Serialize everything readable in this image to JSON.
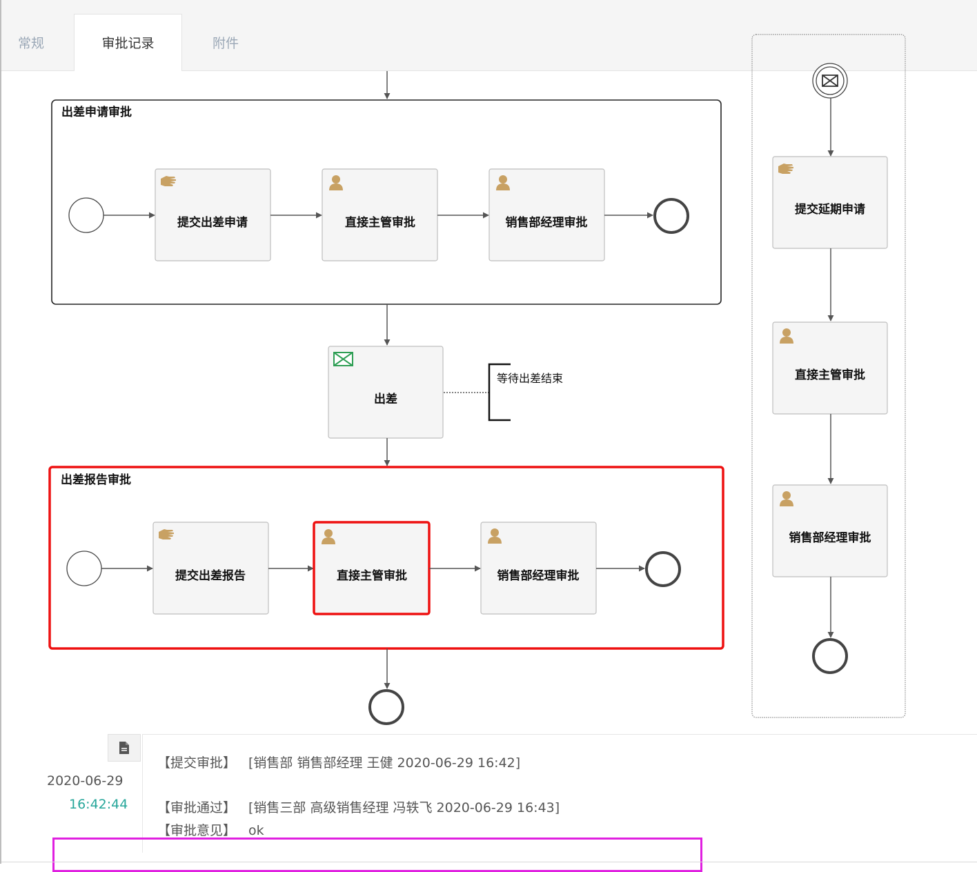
{
  "tabs": [
    {
      "label": "常规",
      "active": false
    },
    {
      "label": "审批记录",
      "active": true
    },
    {
      "label": "附件",
      "active": false
    }
  ],
  "diagram": {
    "group1": {
      "title": "出差申请审批",
      "tasks": [
        "提交出差申请",
        "直接主管审批",
        "销售部经理审批"
      ]
    },
    "travel_task": "出差",
    "annotation": "等待出差结束",
    "group2": {
      "title": "出差报告审批",
      "tasks": [
        "提交出差报告",
        "直接主管审批",
        "销售部经理审批"
      ],
      "active_task": "直接主管审批"
    },
    "side_lane": {
      "tasks": [
        "提交延期申请",
        "直接主管审批",
        "销售部经理审批"
      ]
    },
    "icons": [
      "hand-icon",
      "user-icon",
      "envelope-icon"
    ],
    "colors": {
      "active": "#ee1111",
      "task_fill": "#f5f5f5",
      "task_border": "#bdbdbd",
      "icon_gold": "#c8a163",
      "envelope_green": "#2e9e54"
    }
  },
  "timeline": {
    "date": "2020-06-29",
    "time": "16:42:44",
    "entries": [
      {
        "tag": "【提交审批】",
        "text": "[销售部 销售部经理 王健 2020-06-29 16:42]"
      },
      {
        "tag": "【审批通过】",
        "text": "[销售三部 高级销售经理 冯轶飞 2020-06-29 16:43]"
      },
      {
        "tag": "【审批意见】",
        "text": "ok"
      }
    ]
  }
}
